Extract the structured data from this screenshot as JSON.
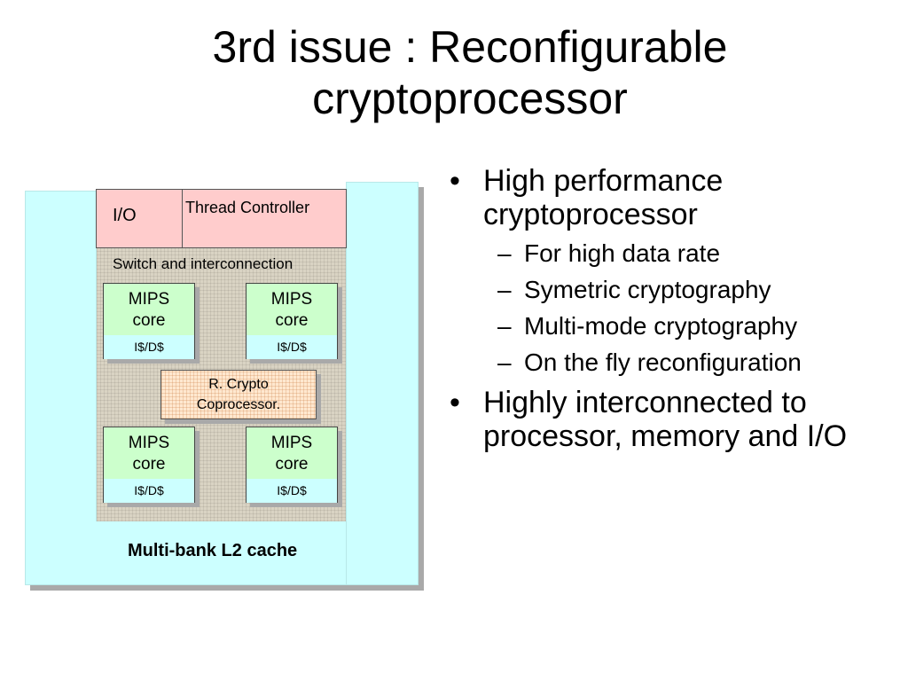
{
  "title": {
    "line1": "3rd issue : Reconfigurable",
    "line2": "cryptoprocessor"
  },
  "diagram": {
    "io_label": "I/O",
    "thread_controller_label": "Thread Controller",
    "switch_label": "Switch and interconnection",
    "mips_cores": [
      {
        "line1": "MIPS",
        "line2": "core",
        "cache": "I$/D$"
      },
      {
        "line1": "MIPS",
        "line2": "core",
        "cache": "I$/D$"
      },
      {
        "line1": "MIPS",
        "line2": "core",
        "cache": "I$/D$"
      },
      {
        "line1": "MIPS",
        "line2": "core",
        "cache": "I$/D$"
      }
    ],
    "crypto": {
      "line1": "R. Crypto",
      "line2": "Coprocessor."
    },
    "l2_label": "Multi-bank L2 cache"
  },
  "bullets": [
    {
      "text": "High performance cryptoprocessor",
      "subs": [
        "For high data rate",
        "Symetric cryptography",
        "Multi-mode cryptography",
        "On the fly reconfiguration"
      ]
    },
    {
      "text": "Highly interconnected to processor, memory and I/O",
      "subs": []
    }
  ]
}
